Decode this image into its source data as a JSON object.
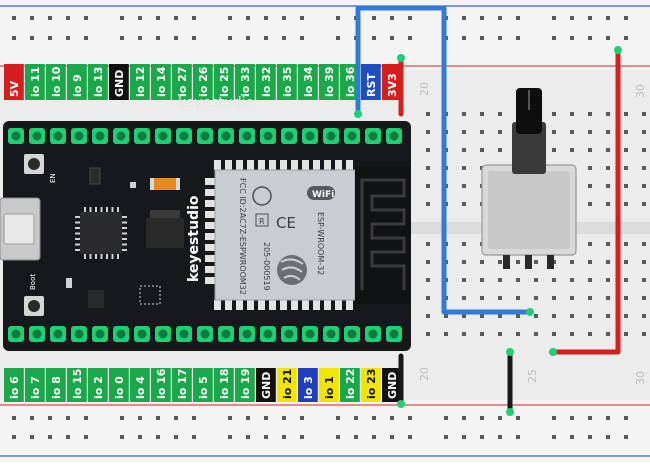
{
  "top_labels": [
    "5V",
    "io 11",
    "io 10",
    "io 9",
    "io 13",
    "GND",
    "io 12",
    "io 14",
    "io 27",
    "io 26",
    "io 25",
    "io 33",
    "io 32",
    "io 35",
    "io 34",
    "io 39",
    "io 36",
    "RST",
    "3V3"
  ],
  "bottom_labels": [
    "io 6",
    "io 7",
    "io 8",
    "io 15",
    "io 2",
    "io 0",
    "io 4",
    "io 16",
    "io 17",
    "io 5",
    "io 18",
    "io 19",
    "GND",
    "io 21",
    "io 3",
    "io 1",
    "io 22",
    "io 23",
    "GND"
  ],
  "board_brand": "keyestudio",
  "silkscreen_brand": "keyestudio",
  "btn_en": "EN",
  "btn_boot": "Boot",
  "module": {
    "brand": "WiFi",
    "model": "ESP-WROOM-32",
    "code": "205-000519",
    "fcc": "FCC ID:2AC7Z-ESPWROOM32",
    "r_mark": "R",
    "ce_mark": "CE"
  },
  "breadboard_numbers": [
    "20",
    "30",
    "20",
    "25",
    "30"
  ],
  "colors": {
    "board_body": "#17181b",
    "pin_green": "#1fcf73",
    "wire_blue": "#2f7bd6",
    "wire_red": "#d51f1f",
    "wire_black": "#1a1a1a",
    "rail_red": "#e04848",
    "rail_blue": "#3b5fd0",
    "breadboard": "#ededed"
  }
}
